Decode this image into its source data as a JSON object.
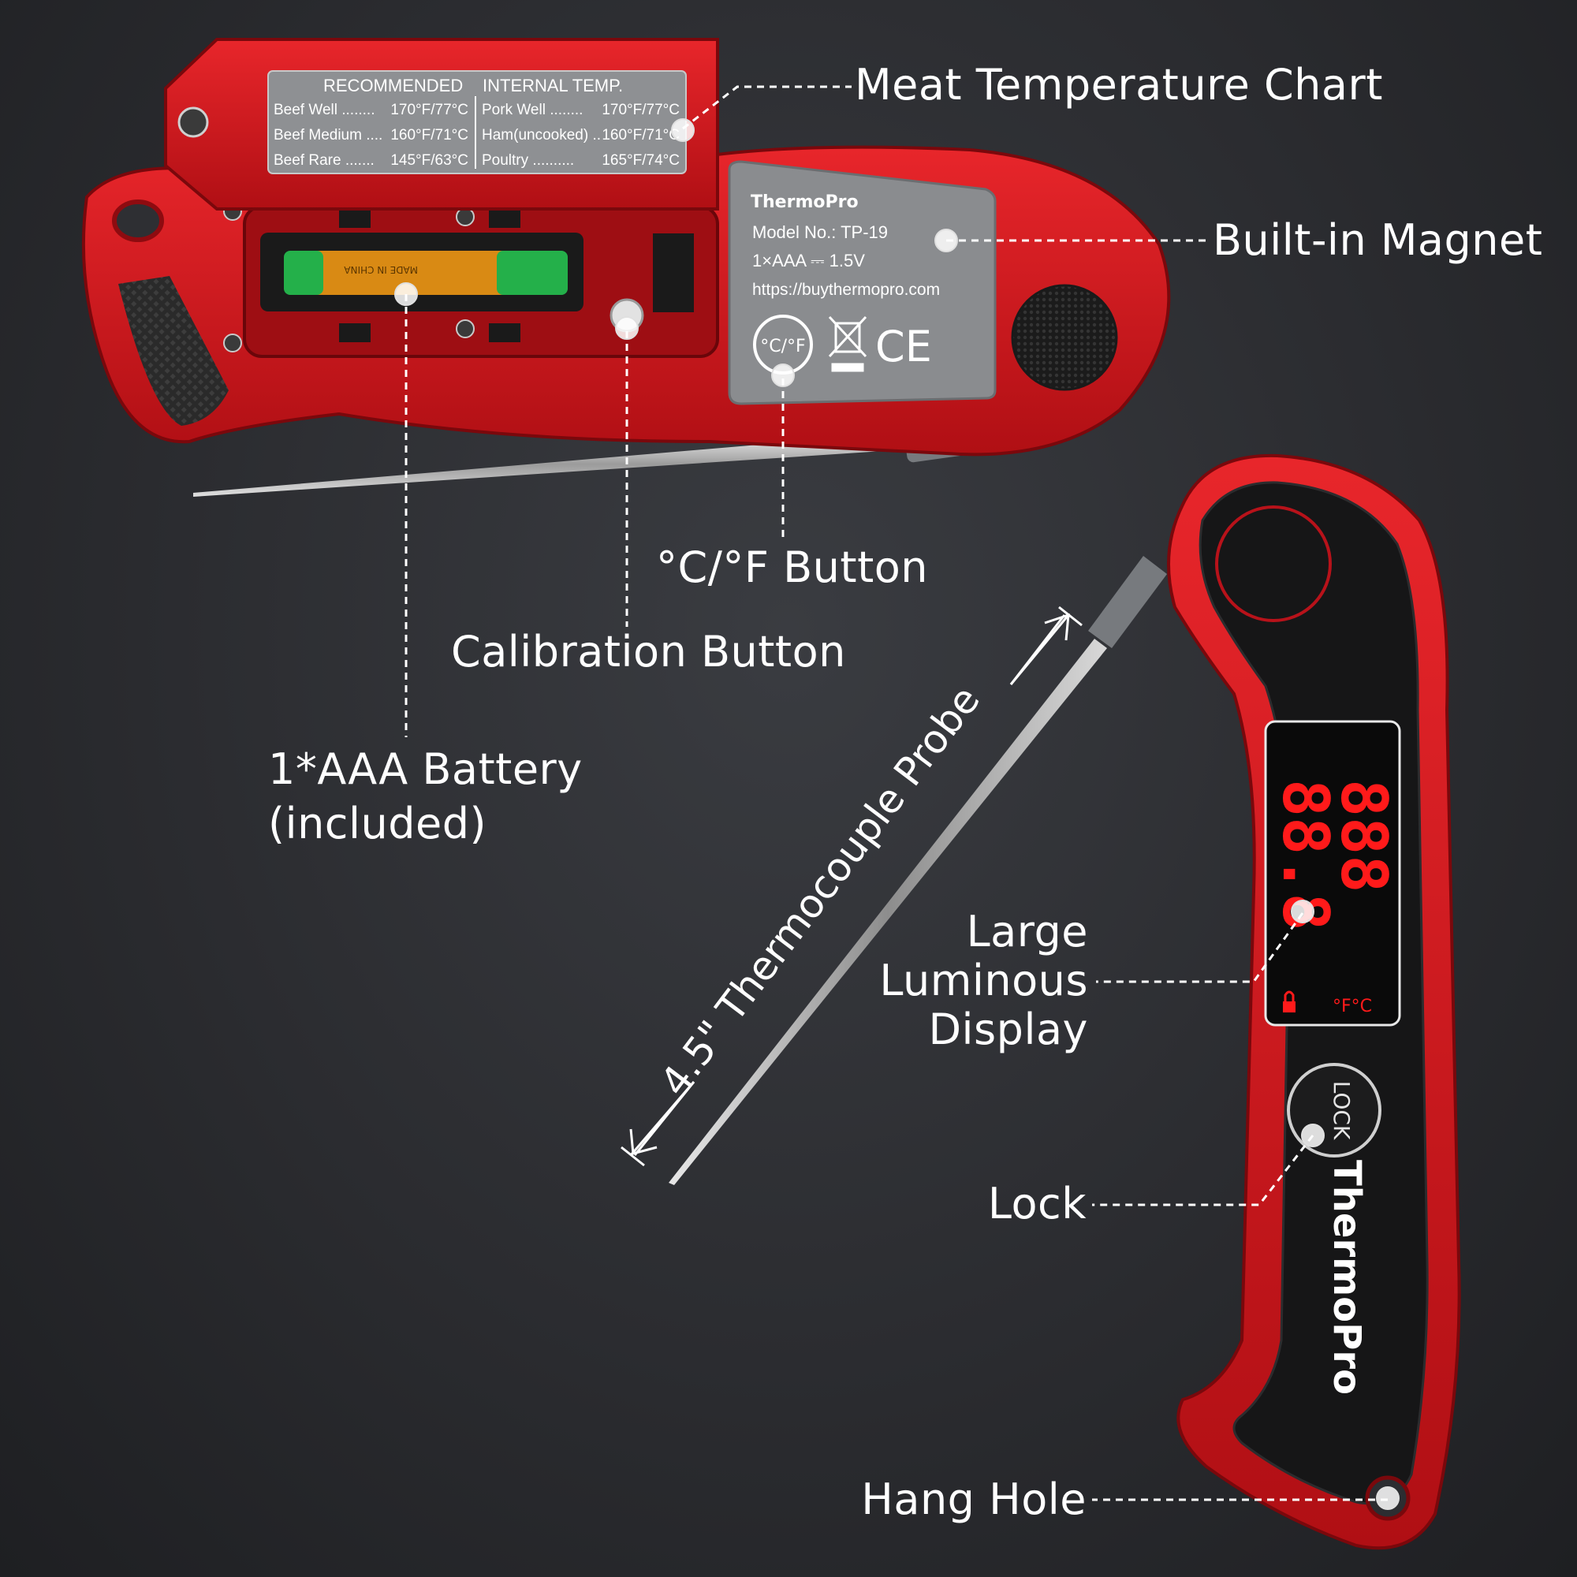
{
  "callouts": {
    "meat_chart": "Meat Temperature Chart",
    "magnet": "Built-in Magnet",
    "cf_button": "°C/°F Button",
    "calibration": "Calibration Button",
    "battery_line1": "1*AAA Battery",
    "battery_line2": "(included)",
    "probe": "4.5\" Thermocouple Probe",
    "display_line1": "Large",
    "display_line2": "Luminous",
    "display_line3": "Display",
    "lock": "Lock",
    "hang_hole": "Hang Hole"
  },
  "temp_chart": {
    "heading_left": "RECOMMENDED",
    "heading_right": "INTERNAL TEMP.",
    "left": [
      {
        "name": "Beef Well ........",
        "temp": "170°F/77°C"
      },
      {
        "name": "Beef Medium ....",
        "temp": "160°F/71°C"
      },
      {
        "name": "Beef Rare .......",
        "temp": "145°F/63°C"
      }
    ],
    "right": [
      {
        "name": "Pork Well ........",
        "temp": "170°F/77°C"
      },
      {
        "name": "Ham(uncooked) ..",
        "temp": "160°F/71°C"
      },
      {
        "name": "Poultry ..........",
        "temp": "165°F/74°C"
      }
    ]
  },
  "label_plate": {
    "brand": "ThermoPro",
    "model": "Model No.: TP-19",
    "power": "1×AAA ⎓ 1.5V",
    "url": "https://buythermopro.com",
    "cf_key": "°C/°F",
    "ce_mark": "CE"
  },
  "display": {
    "top_digits": "888",
    "bottom_digits": "88.8",
    "unit": "°F°C"
  },
  "lock_button": "LOCK",
  "handle_brand": "ThermoPro",
  "battery_text": "MADE IN CHINA",
  "colors": {
    "body_red": "#d0161b",
    "dark_red": "#8e0b10",
    "plate_gray": "#8a8c8f",
    "panel_black": "#161617",
    "led_red": "#ff1a1a"
  }
}
